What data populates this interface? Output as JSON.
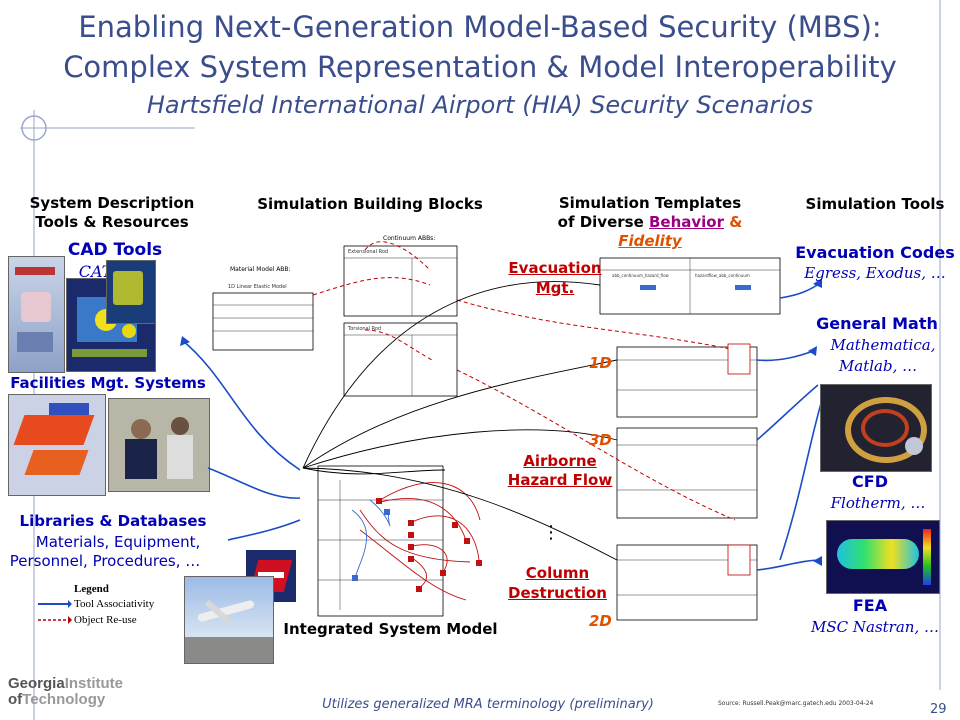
{
  "slide": {
    "title_line1": "Enabling Next-Generation Model-Based Security (MBS):",
    "title_line2": "Complex System Representation & Model Interoperability",
    "subtitle": "Hartsfield International Airport (HIA) Security Scenarios",
    "page_number": "29",
    "footer_note": "Utilizes generalized MRA terminology (preliminary)",
    "source": "Source: Russell.Peak@marc.gatech.edu 2003-04-24",
    "logo_line1a": "Georgia",
    "logo_line1b": "Institute",
    "logo_line2a": "of",
    "logo_line2b": "Technology"
  },
  "columns": {
    "system_description_line1": "System Description",
    "system_description_line2": "Tools & Resources",
    "building_blocks": "Simulation Building Blocks",
    "templates_line1": "Simulation Templates",
    "templates_line2_prefix": "of Diverse",
    "templates_behavior": "Behavior",
    "templates_amp": "&",
    "templates_fidelity": "Fidelity",
    "simulation_tools": "Simulation Tools"
  },
  "left": {
    "cad_tools": "CAD Tools",
    "cad_example": "CATIA,…",
    "facilities": "Facilities Mgt. Systems",
    "libraries": "Libraries & Databases",
    "materials": "Materials, Equipment,",
    "personnel": "Personnel, Procedures, …"
  },
  "legend": {
    "title": "Legend",
    "tool_assoc": "Tool Associativity",
    "object_reuse": "Object Re-use"
  },
  "center": {
    "continuum_abbs": "Continuum ABBs:",
    "material_model": "Material Model ABB:",
    "linear_elastic": "1D Linear Elastic Model",
    "extensional_rod": "Extensional Rod",
    "torsional_rod": "Torsional Rod",
    "integrated_model": "Integrated System Model",
    "evac_template_a": "abb_continuum_hazard_flow",
    "evac_template_b": "hazardflow_abb_continuum"
  },
  "templates": {
    "evacuation_l1": "Evacuation",
    "evacuation_l2": "Mgt.",
    "airborne_l1": "Airborne",
    "airborne_l2": "Hazard Flow",
    "column_l1": "Column",
    "column_l2": "Destruction",
    "dim_1d": "1D",
    "dim_3d": "3D",
    "dim_2d": "2D",
    "ellipsis": "⋮"
  },
  "tools": {
    "evac_codes": "Evacuation Codes",
    "evac_examples": "Egress, Exodus, …",
    "general_math": "General Math",
    "math_ex1": "Mathematica,",
    "math_ex2": "Matlab, …",
    "cfd": "CFD",
    "cfd_ex": "Flotherm, …",
    "fea": "FEA",
    "fea_ex": "MSC Nastran, …"
  },
  "colors": {
    "title_blue": "#3a4d8c",
    "tool_blue": "#0000b4",
    "link_red": "#c00000",
    "dim_orange": "#e05000"
  }
}
